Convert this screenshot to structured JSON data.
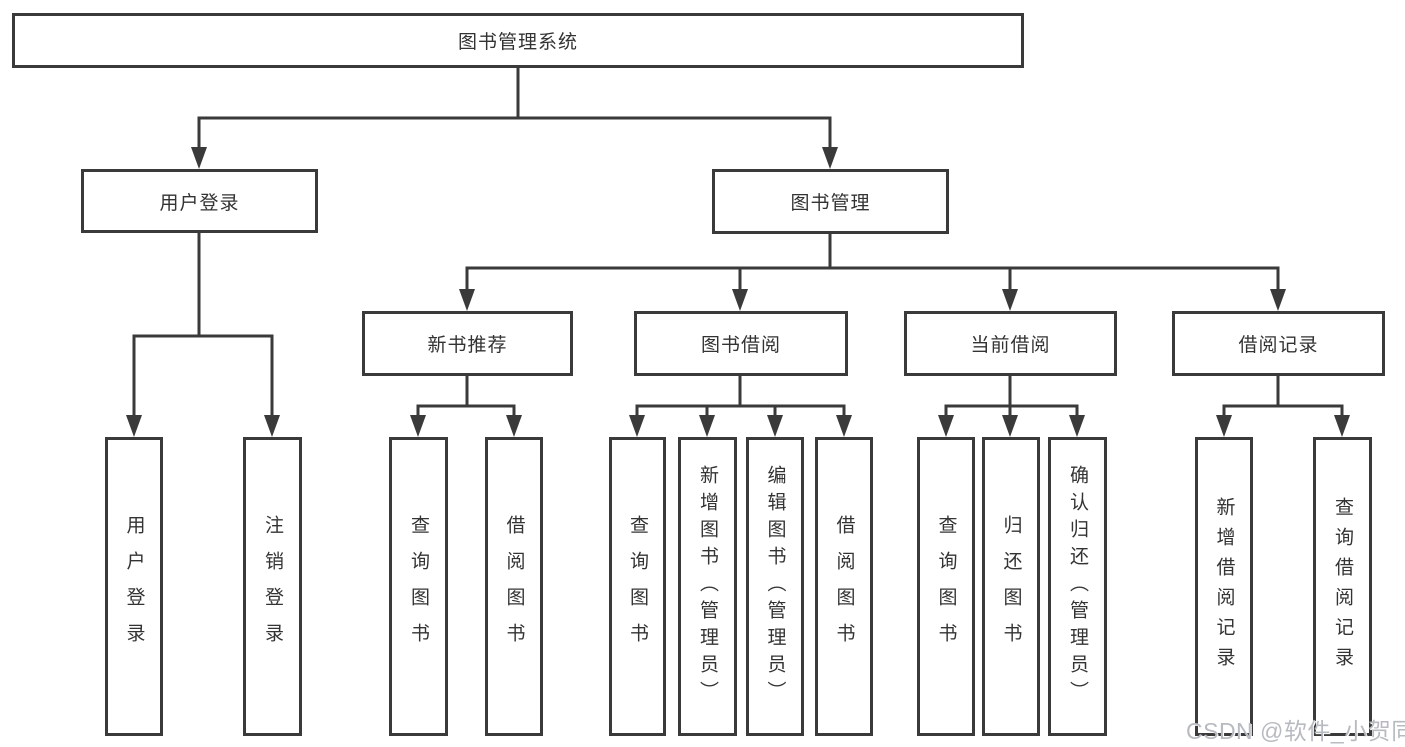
{
  "diagram_title": "图书管理系统",
  "tree": {
    "label": "图书管理系统",
    "children": [
      {
        "label": "用户登录",
        "children": [
          {
            "label": "用户登录"
          },
          {
            "label": "注销登录"
          }
        ]
      },
      {
        "label": "图书管理",
        "children": [
          {
            "label": "新书推荐",
            "children": [
              {
                "label": "查询图书"
              },
              {
                "label": "借阅图书"
              }
            ]
          },
          {
            "label": "图书借阅",
            "children": [
              {
                "label": "查询图书"
              },
              {
                "label": "新增图书（管理员）"
              },
              {
                "label": "编辑图书（管理员）"
              },
              {
                "label": "借阅图书"
              }
            ]
          },
          {
            "label": "当前借阅",
            "children": [
              {
                "label": "查询图书"
              },
              {
                "label": "归还图书"
              },
              {
                "label": "确认归还（管理员）"
              }
            ]
          },
          {
            "label": "借阅记录",
            "children": [
              {
                "label": "新增借阅记录"
              },
              {
                "label": "查询借阅记录"
              }
            ]
          }
        ]
      }
    ]
  },
  "watermark": "CSDN @软件_小贺同学",
  "colors": {
    "line": "#3a3a3a",
    "text": "#333333",
    "background": "#ffffff",
    "watermark": "#b7bbc0"
  }
}
